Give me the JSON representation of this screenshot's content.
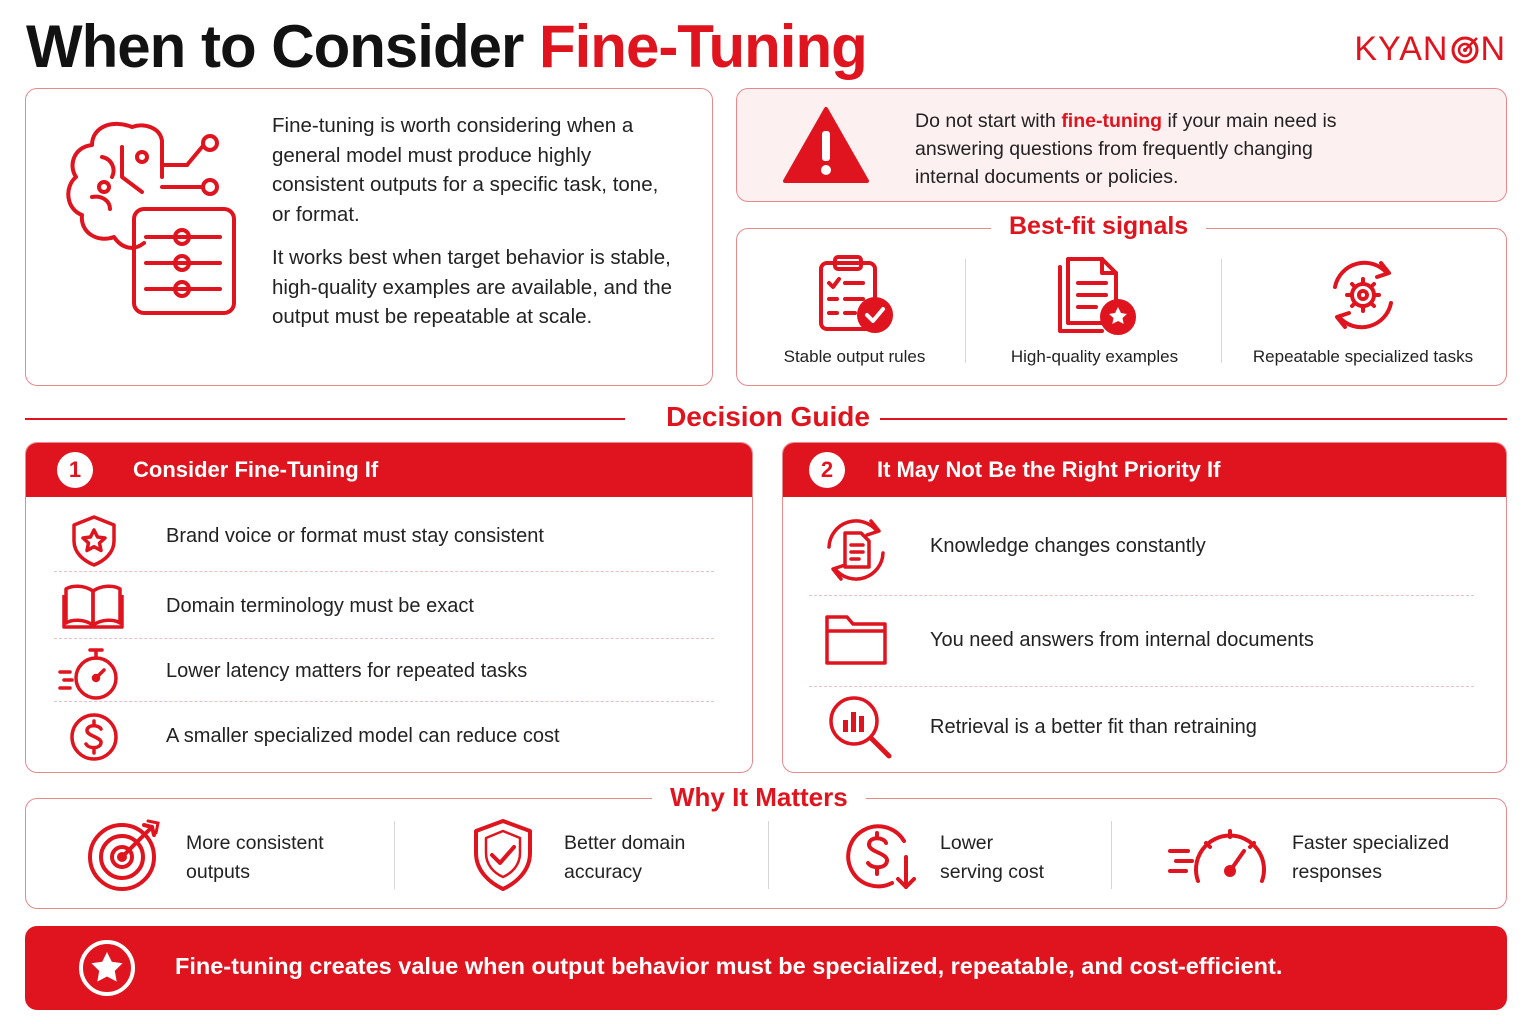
{
  "header": {
    "title_main": "When to Consider",
    "title_highlight": "Fine-Tuning",
    "logo": "KYAN",
    "logo_tail": "N"
  },
  "intro": {
    "paragraph_1": "Fine-tuning is worth considering when a general model must produce highly consistent outputs for a specific task, tone, or format.",
    "paragraph_2": "It works best when target behavior is stable, high-quality examples are available, and the output must be repeatable at scale."
  },
  "warning": {
    "text_before": "Do not start with ",
    "highlight": "fine-tuning",
    "text_after": " if your main need is answering questions from frequently changing internal documents or policies."
  },
  "best_fit": {
    "title": "Best-fit signals",
    "signals": [
      {
        "label": "Stable output rules",
        "icon": "clipboard-check-icon"
      },
      {
        "label": "High-quality examples",
        "icon": "document-star-icon"
      },
      {
        "label": "Repeatable specialized tasks",
        "icon": "gear-cycle-icon"
      }
    ]
  },
  "decision_guide": {
    "title": "Decision Guide",
    "consider": {
      "number": "1",
      "title": "Consider Fine-Tuning If",
      "items": [
        {
          "text": "Brand voice or format must stay consistent",
          "icon": "shield-star-icon"
        },
        {
          "text": "Domain terminology must be exact",
          "icon": "book-icon"
        },
        {
          "text": "Lower latency matters for repeated tasks",
          "icon": "stopwatch-icon"
        },
        {
          "text": "A smaller specialized model can reduce cost",
          "icon": "dollar-circle-icon"
        }
      ]
    },
    "not_priority": {
      "number": "2",
      "title": "It May Not Be the Right Priority If",
      "items": [
        {
          "text": "Knowledge changes constantly",
          "icon": "document-refresh-icon"
        },
        {
          "text": "You need answers from internal documents",
          "icon": "folder-icon"
        },
        {
          "text": "Retrieval is a better fit than retraining",
          "icon": "magnifier-chart-icon"
        }
      ]
    }
  },
  "why": {
    "title": "Why It Matters",
    "items": [
      {
        "line1": "More consistent",
        "line2": "outputs",
        "icon": "target-icon"
      },
      {
        "line1": "Better domain",
        "line2": "accuracy",
        "icon": "shield-check-icon"
      },
      {
        "line1": "Lower",
        "line2": "serving cost",
        "icon": "dollar-down-icon"
      },
      {
        "line1": "Faster specialized",
        "line2": "responses",
        "icon": "speedometer-icon"
      }
    ]
  },
  "banner": {
    "text": "Fine-tuning creates value when output behavior must be specialized, repeatable, and cost-efficient.",
    "icon": "star-circle-icon"
  },
  "colors": {
    "accent": "#e0141e",
    "border": "#e8898d",
    "warning_bg": "#fdf0f0"
  }
}
